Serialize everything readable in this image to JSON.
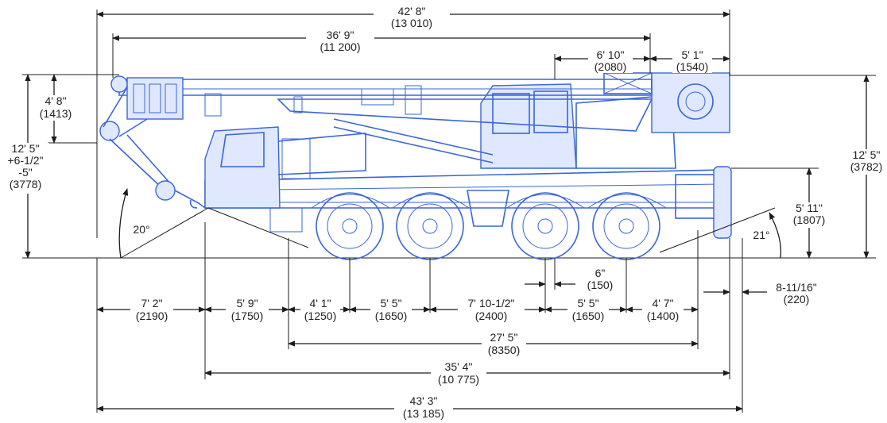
{
  "colors": {
    "line": "#1c1c1c",
    "crane": "#3a66d8",
    "crane_fill": "#dfe8ff",
    "text": "#222222"
  },
  "dimensions": {
    "overall_top": {
      "imperial": "42' 8\"",
      "metric": "(13 010)"
    },
    "boom_length": {
      "imperial": "36' 9\"",
      "metric": "(11 200)"
    },
    "cab_to_axle": {
      "imperial": "6' 10\"",
      "metric": "(2080)"
    },
    "rear_top": {
      "imperial": "5' 1\"",
      "metric": "(1540)"
    },
    "boom_head": {
      "imperial": "4' 8\"",
      "metric": "(1413)"
    },
    "front_height": {
      "lines": [
        "12' 5\"",
        "+6-1/2\"",
        "-5\""
      ],
      "metric": "(3778)"
    },
    "overall_height": {
      "imperial": "12' 5\"",
      "metric": "(3782)"
    },
    "rear_height": {
      "imperial": "5' 11\"",
      "metric": "(1807)"
    },
    "approach_angle": "20°",
    "departure_angle": "21°",
    "axle_offset": {
      "imperial": "6\"",
      "metric": "(150)"
    },
    "rear_overhang": {
      "imperial": "8-11/16\"",
      "metric": "(220)"
    },
    "bottom_row": [
      {
        "imperial": "7' 2\"",
        "metric": "(2190)"
      },
      {
        "imperial": "5' 9\"",
        "metric": "(1750)"
      },
      {
        "imperial": "4' 1\"",
        "metric": "(1250)"
      },
      {
        "imperial": "5' 5\"",
        "metric": "(1650)"
      },
      {
        "imperial": "7' 10-1/2\"",
        "metric": "(2400)"
      },
      {
        "imperial": "5' 5\"",
        "metric": "(1650)"
      },
      {
        "imperial": "4' 7\"",
        "metric": "(1400)"
      }
    ],
    "wheelbase": {
      "imperial": "27' 5\"",
      "metric": "(8350)"
    },
    "carrier_len": {
      "imperial": "35' 4\"",
      "metric": "(10 775)"
    },
    "overall_len": {
      "imperial": "43' 3\"",
      "metric": "(13 185)"
    }
  }
}
